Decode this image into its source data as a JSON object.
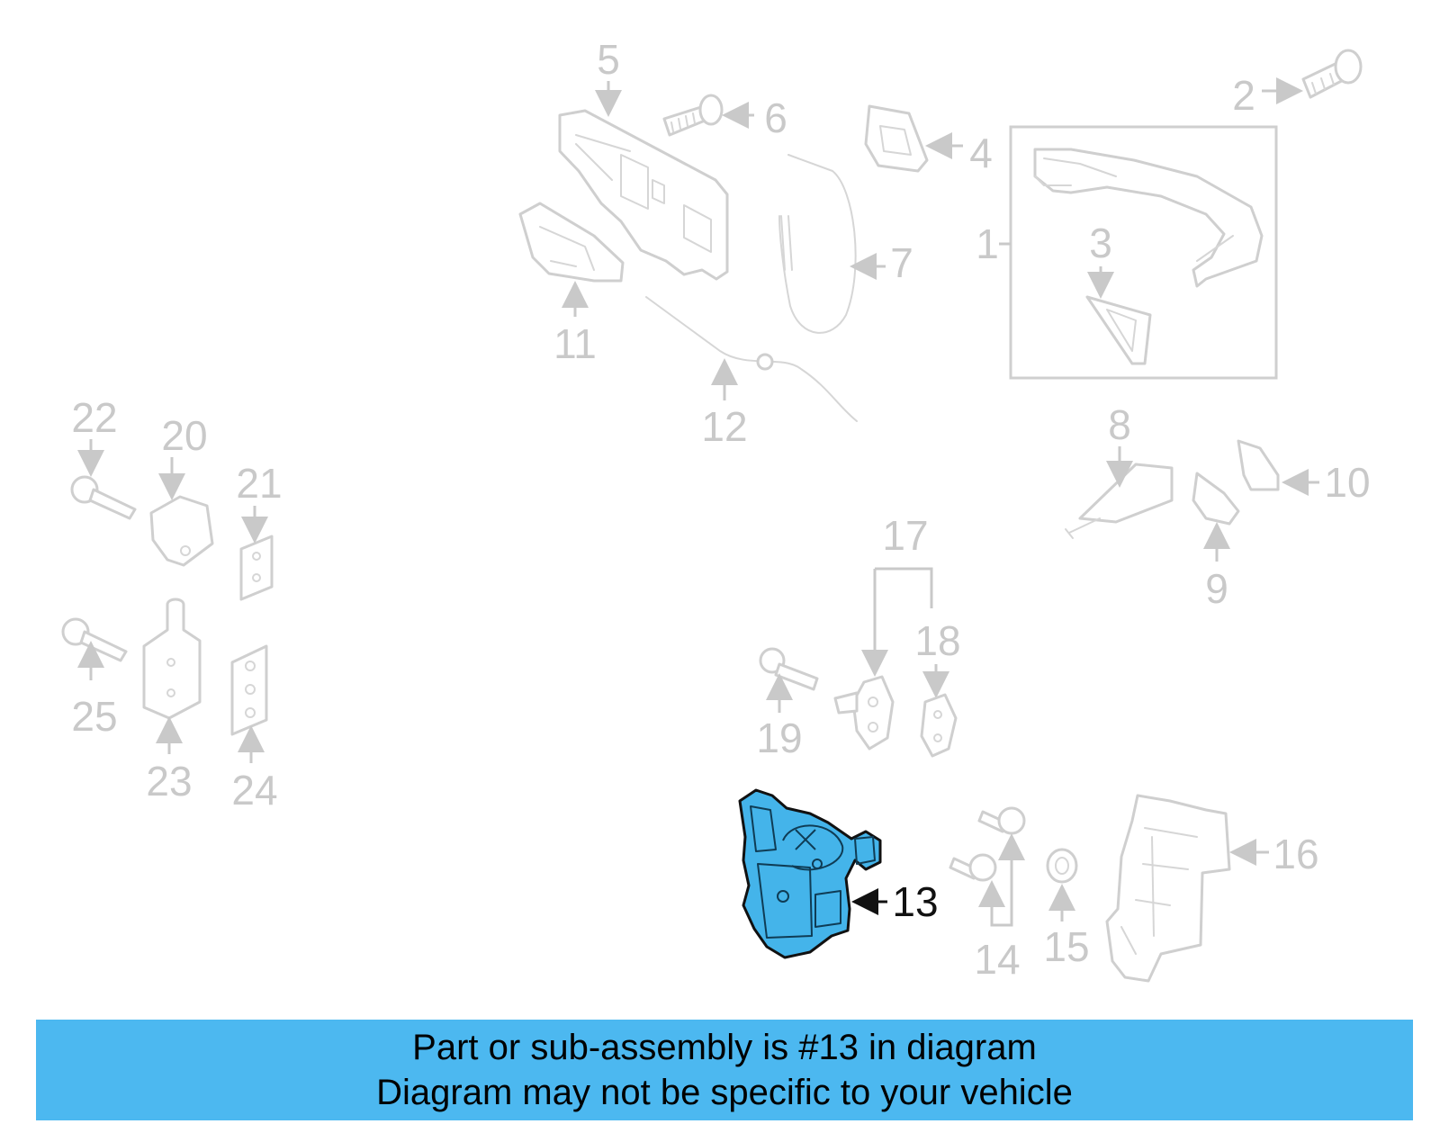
{
  "diagram": {
    "callouts": [
      "1",
      "2",
      "3",
      "4",
      "5",
      "6",
      "7",
      "8",
      "9",
      "10",
      "11",
      "12",
      "13",
      "14",
      "15",
      "16",
      "17",
      "18",
      "19",
      "20",
      "21",
      "22",
      "23",
      "24",
      "25"
    ],
    "highlighted": "13",
    "highlight_color": "#44b4ea",
    "part_color": "#cfcfcf"
  },
  "caption": {
    "line1": "Part or sub-assembly is #13 in diagram",
    "line2": "Diagram may not be specific to your vehicle",
    "background": "#4cb8f0"
  }
}
